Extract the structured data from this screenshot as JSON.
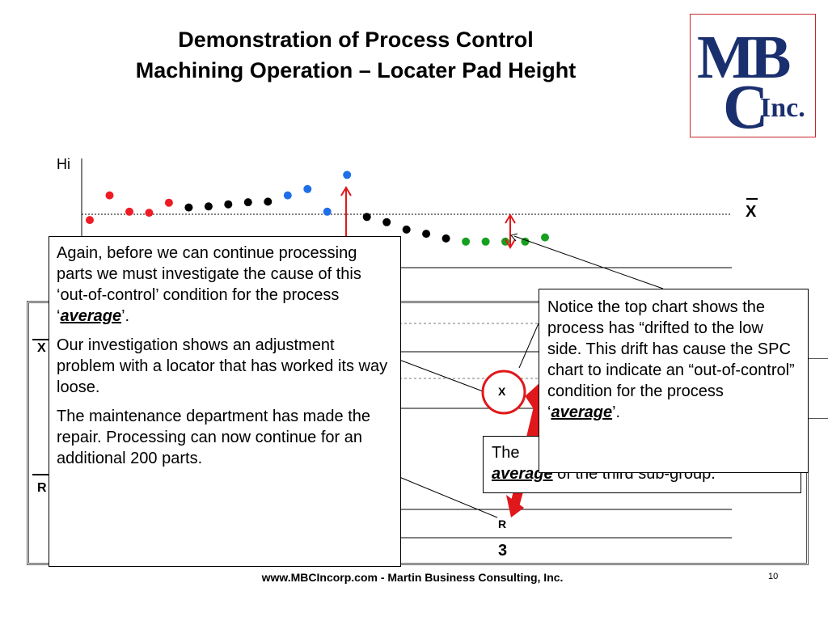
{
  "title": {
    "line1": "Demonstration of Process Control",
    "line2": "Machining Operation – Locater Pad Height"
  },
  "logo": {
    "text": "MBC Inc.",
    "icon": "mbc-logo"
  },
  "chart": {
    "hi_label": "Hi",
    "xbar_label": "X",
    "colors": {
      "red": "#ee1c24",
      "black": "#000000",
      "blue": "#1f6fe8",
      "green": "#16a020"
    },
    "points": [
      {
        "c": "red",
        "v": 0.39
      },
      {
        "c": "red",
        "v": 0.86
      },
      {
        "c": "red",
        "v": 0.55
      },
      {
        "c": "red",
        "v": 0.53
      },
      {
        "c": "red",
        "v": 0.72
      },
      {
        "c": "black",
        "v": 0.63
      },
      {
        "c": "black",
        "v": 0.65
      },
      {
        "c": "black",
        "v": 0.69
      },
      {
        "c": "black",
        "v": 0.73
      },
      {
        "c": "black",
        "v": 0.74
      },
      {
        "c": "blue",
        "v": 0.86
      },
      {
        "c": "blue",
        "v": 0.98
      },
      {
        "c": "blue",
        "v": 0.55
      },
      {
        "c": "blue",
        "v": 1.25
      },
      {
        "c": "black",
        "v": 0.45
      },
      {
        "c": "black",
        "v": 0.35
      },
      {
        "c": "black",
        "v": 0.21
      },
      {
        "c": "black",
        "v": 0.13
      },
      {
        "c": "black",
        "v": 0.04
      },
      {
        "c": "green",
        "v": -0.02
      },
      {
        "c": "green",
        "v": -0.02
      },
      {
        "c": "green",
        "v": -0.02
      },
      {
        "c": "green",
        "v": -0.02
      },
      {
        "c": "green",
        "v": 0.06
      }
    ]
  },
  "left_box": {
    "p1_before": "Again, before we can continue processing parts we must investigate the cause of this ‘out-of-control’ condition for the process ‘",
    "p1_em": "average",
    "p1_after": "’.",
    "p2": "Our investigation shows an adjustment problem with a locator that has worked its way loose.",
    "p3": "The maintenance department has made the repair.  Processing can now continue for an additional 200 parts."
  },
  "right_box": {
    "text_before": "Notice the top chart shows the process has “drifted to the low side.  This drift has cause the SPC chart to indicate an “out-of-control” condition for the process ‘",
    "em": "average",
    "text_after": "’."
  },
  "mid_box": {
    "line1": "The",
    "em": "average",
    "line2_after": " of the third sub-group."
  },
  "lower_chart": {
    "x_circle_label": "X",
    "r_label": "R",
    "subgroup_number": "3",
    "left_edge_x": "X",
    "left_edge_r": "R"
  },
  "footer": {
    "text": "www.MBCIncorp.com  -  Martin Business Consulting, Inc.",
    "page": "10"
  }
}
